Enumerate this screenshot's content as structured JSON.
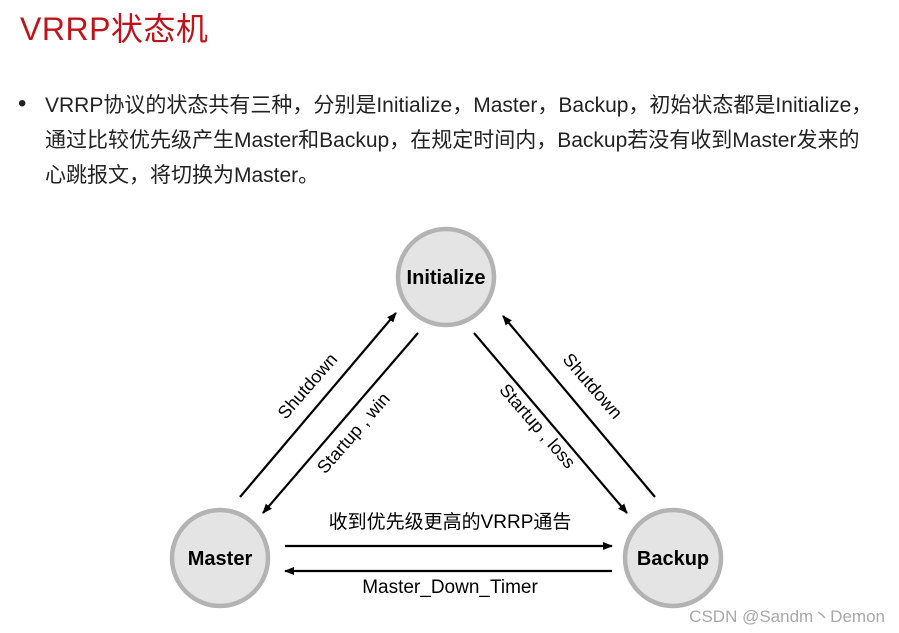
{
  "title": "VRRP状态机",
  "bullet": {
    "symbol": "•",
    "text": "VRRP协议的状态共有三种，分别是Initialize，Master，Backup，初始状态都是Initialize，通过比较优先级产生Master和Backup，在规定时间内，Backup若没有收到Master发来的心跳报文，将切换为Master。"
  },
  "diagram": {
    "states": {
      "initialize": "Initialize",
      "master": "Master",
      "backup": "Backup"
    },
    "transitions": {
      "master_to_init": "Shutdown",
      "init_to_master": "Startup , win",
      "init_to_backup": "Startup , loss",
      "backup_to_init": "Shutdown",
      "master_to_backup": "收到优先级更高的VRRP通告",
      "backup_to_master": "Master_Down_Timer"
    },
    "colors": {
      "node_fill": "#e4e4e4",
      "node_stroke": "#b3b3b3",
      "arrow": "#000000"
    }
  },
  "watermark": "CSDN @Sandm丶Demon"
}
